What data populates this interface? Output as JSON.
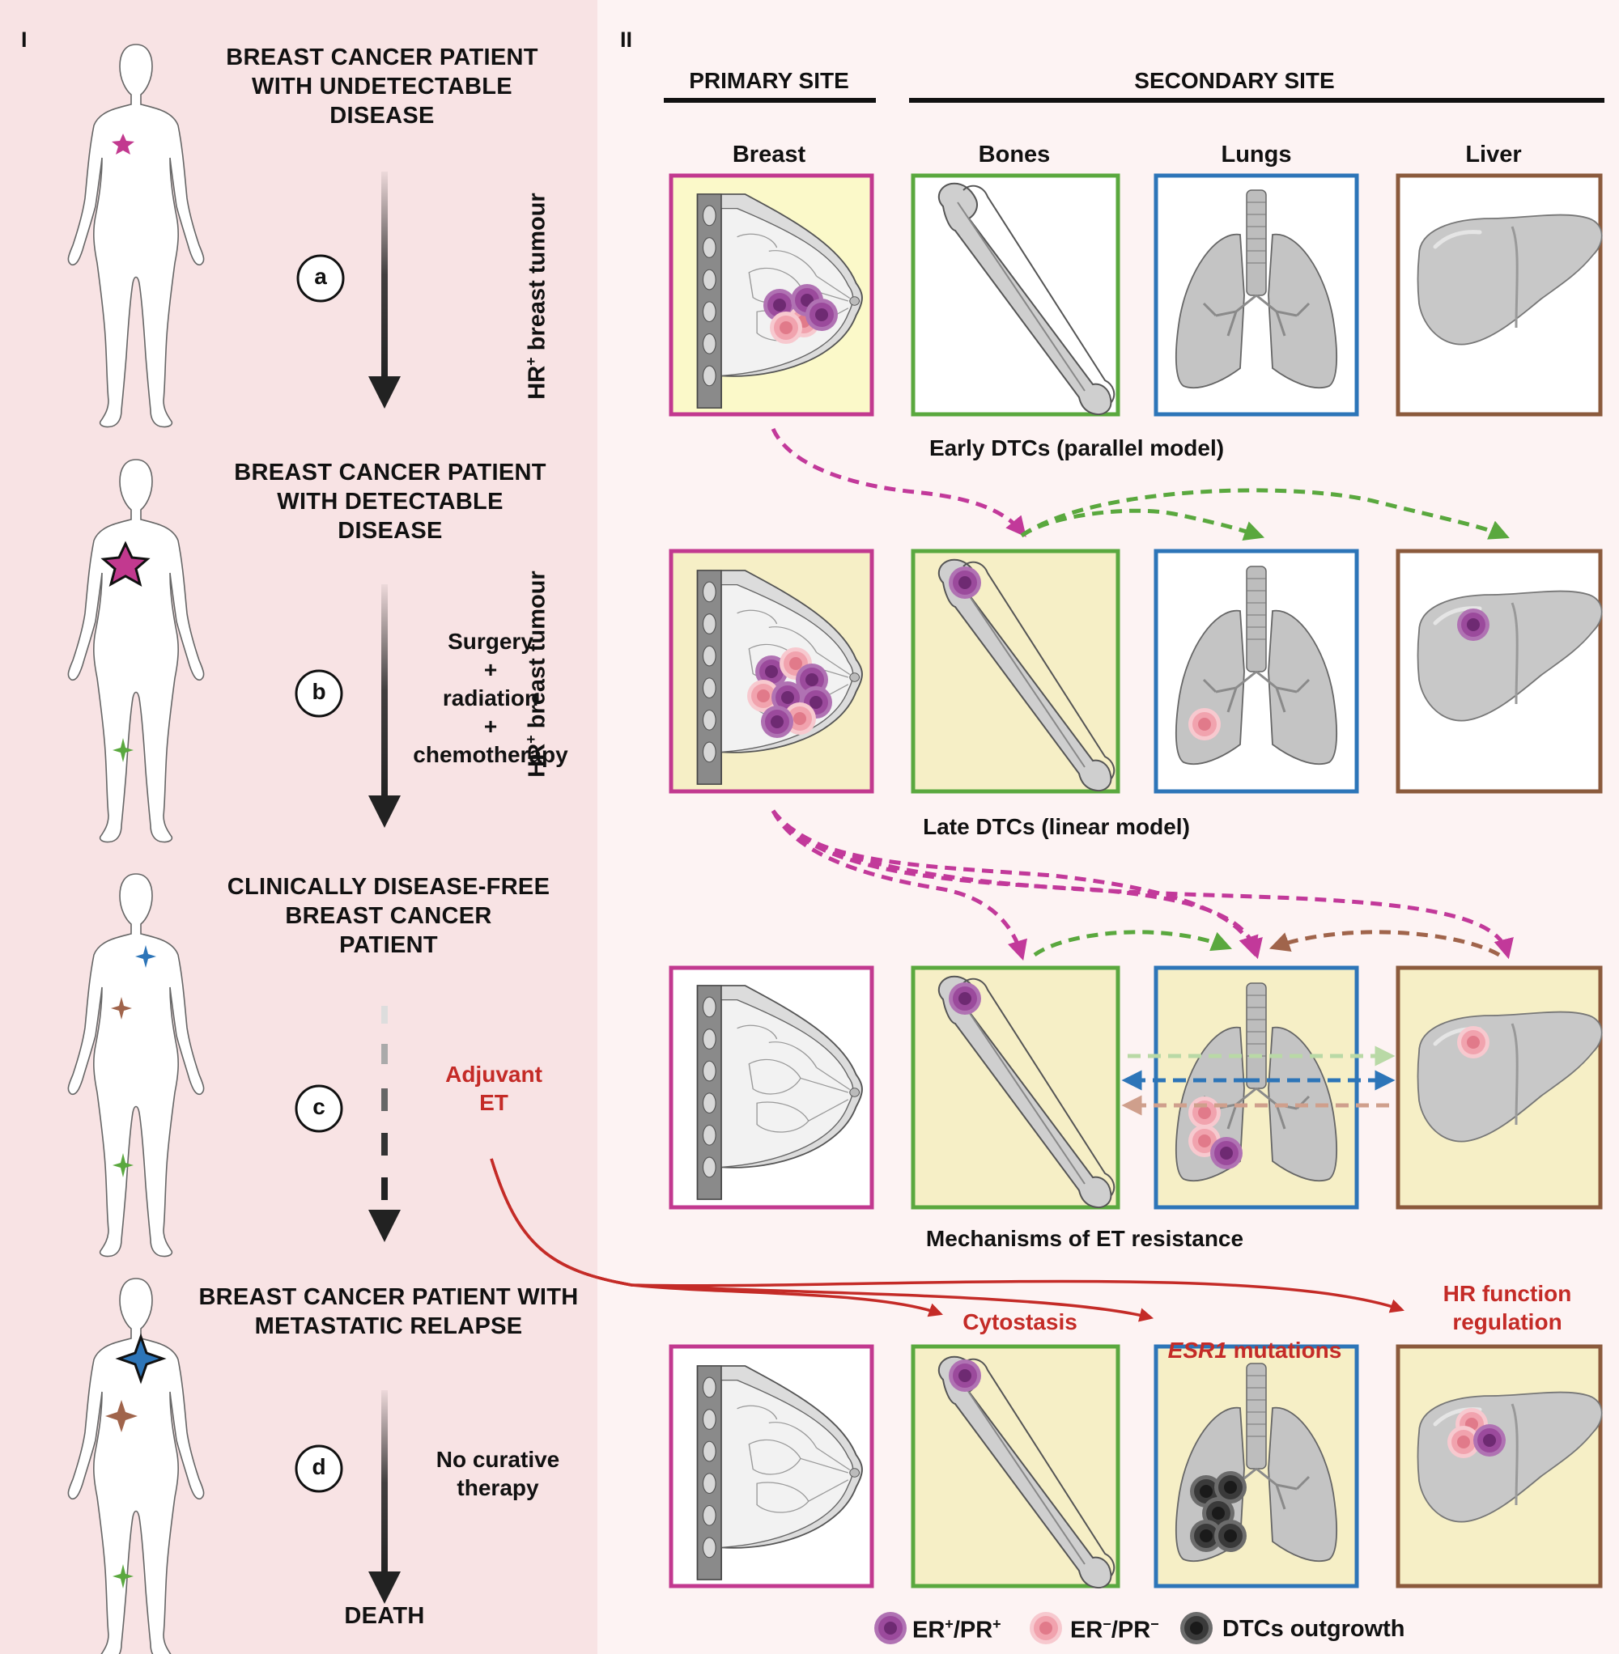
{
  "panel_labels": {
    "left": "I",
    "right": "II"
  },
  "left_panel": {
    "stages": [
      {
        "title": "BREAST CANCER PATIENT\nWITH UNDETECTABLE\nDISEASE"
      },
      {
        "title": "BREAST CANCER PATIENT\nWITH DETECTABLE\nDISEASE"
      },
      {
        "title": "CLINICALLY DISEASE-FREE\nBREAST CANCER\nPATIENT"
      },
      {
        "title": "BREAST CANCER PATIENT WITH\nMETASTATIC RELAPSE"
      }
    ],
    "transitions": [
      {
        "step": "a",
        "note": ""
      },
      {
        "step": "b",
        "note": "Surgery\n+\nradiation\n+\nchemotherapy"
      },
      {
        "step": "c",
        "note": "Adjuvant\nET"
      },
      {
        "step": "d",
        "note": "No curative\ntherapy"
      }
    ],
    "end_label": "DEATH"
  },
  "right_panel": {
    "primary_header": "PRIMARY SITE",
    "secondary_header": "SECONDARY SITE",
    "organs": [
      "Breast",
      "Bones",
      "Lungs",
      "Liver"
    ],
    "row_label_main": "HR",
    "row_label_sup": "+",
    "row_label_rest": " breast tumour",
    "model_labels": {
      "early": "Early DTCs (parallel model)",
      "late": "Late DTCs (linear model)",
      "mechanisms": "Mechanisms of ET resistance"
    },
    "mechanisms": {
      "cytostasis": "Cytostasis",
      "esr1_italic": "ESR1",
      "esr1_rest": " mutations",
      "hr_function": "HR function\nregulation"
    },
    "legend": [
      {
        "label_main": "ER",
        "sup1": "+",
        "mid": "/PR",
        "sup2": "+",
        "color": "#8e3c8e"
      },
      {
        "label_main": "ER",
        "sup1": "−",
        "mid": "/PR",
        "sup2": "−",
        "color": "#f1a3ae"
      },
      {
        "label_main": "DTCs outgrowth",
        "sup1": "",
        "mid": "",
        "sup2": "",
        "color": "#3a3a3a"
      }
    ]
  },
  "colors": {
    "breast_frame": "#c2398f",
    "bones_frame": "#5aa83e",
    "lungs_frame": "#2d75b8",
    "liver_frame": "#8b5a3c",
    "highlight_fill": "#f6efc6",
    "pale_yellow_fill": "#fbf9c9",
    "accent_red": "#c42b27",
    "magenta_arrow": "#c2399a",
    "green_arrow": "#5aa83e",
    "brown_arrow": "#a0644b",
    "blue_arrow": "#2d75b8"
  }
}
